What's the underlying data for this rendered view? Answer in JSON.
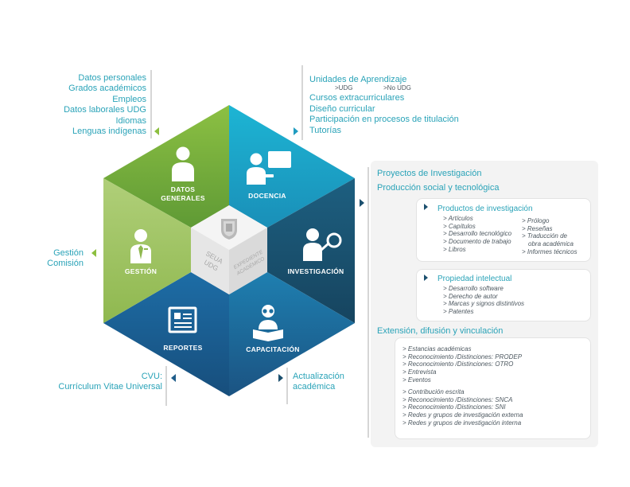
{
  "left_top_list": [
    "Datos personales",
    "Grados académicos",
    "Empleos",
    "Datos laborales UDG",
    "Idiomas",
    "Lenguas indígenas"
  ],
  "right_top_list": {
    "title": "Unidades de Aprendizaje",
    "sub_udg": ">UDG",
    "sub_no_udg": ">No UDG",
    "items": [
      "Cursos extracurriculares",
      "Diseño curricular",
      "Participación en procesos de titulación",
      "Tutorías"
    ]
  },
  "left_mid_list": [
    "Gestión",
    "Comisión"
  ],
  "left_bottom_list": [
    "CVU:",
    "Currículum Vitae Universal"
  ],
  "right_bottom_list": [
    "Actualización",
    "académica"
  ],
  "hexagon": {
    "datos_generales": [
      "DATOS",
      "GENERALES"
    ],
    "docencia": "DOCENCIA",
    "investigacion": "INVESTIGACIÓN",
    "capacitacion": "CAPACITACIÓN",
    "reportes": "REPORTES",
    "gestion": "GESTIÓN",
    "center_left": [
      "SEUA",
      "UDG"
    ],
    "center_right": [
      "EXPEDIENTE",
      "ACADÉMICO"
    ]
  },
  "panel": {
    "heading1": "Proyectos de Investigación",
    "heading2": "Producción social y tecnológica",
    "productos": {
      "title": "Productos de investigación",
      "col1": [
        "> Artículos",
        "> Capítulos",
        "> Desarrollo tecnológico",
        "> Documento de trabajo",
        "> Libros"
      ],
      "col2": [
        "> Prólogo",
        "> Reseñas",
        "> Traducción de",
        "obra académica",
        "> Informes técnicos"
      ]
    },
    "propiedad": {
      "title": "Propiedad intelectual",
      "items": [
        "> Desarrollo software",
        "> Derecho de autor",
        "> Marcas y signos distintivos",
        "> Patentes"
      ]
    },
    "extension": {
      "title": "Extensión, difusión y vinculación",
      "group1": [
        "> Estancias académicas",
        "> Reconocimiento /Distinciones: PRODEP",
        "> Reconocimiento /Distinciones: OTRO",
        "> Entrevista",
        "> Eventos"
      ],
      "group2": [
        "> Contribución escrita",
        "> Reconocimiento /Distinciones: SNCA",
        "> Reconocimiento /Distinciones: SNI",
        "> Redes y grupos de investigación externa",
        "> Redes y grupos de investigación interna"
      ]
    }
  },
  "colors": {
    "green_dark": "#6ba63a",
    "green_light": "#9cc55a",
    "teal": "#1fa6c9",
    "navy": "#1c4e6e",
    "blue": "#1c6ea4",
    "text_teal": "#2aa3b8"
  }
}
